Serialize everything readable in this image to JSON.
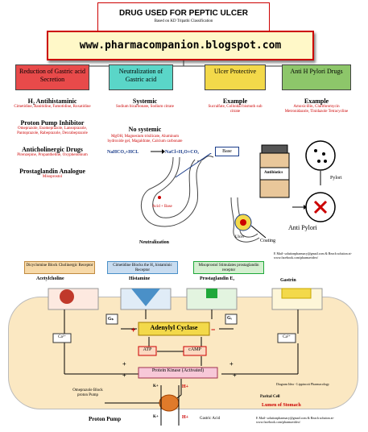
{
  "title": {
    "main": "DRUG USED FOR PEPTIC ULCER",
    "sub": "Based on KD Tripathi Classification"
  },
  "url": "www.pharmacompanion.blogspot.com",
  "categories": [
    {
      "label": "Reduction of Gastric acid Secretion",
      "color": "#e84a4a"
    },
    {
      "label": "Neutralization of Gastric acid",
      "color": "#5ad6c8"
    },
    {
      "label": "Ulcer Protective",
      "color": "#f3d94a"
    },
    {
      "label": "Anti H Pylori Drugs",
      "color": "#8dc66a"
    }
  ],
  "col1": {
    "h2_title": "H₂ Antihistaminic",
    "h2_drugs": "Cimetidine, Ranitidine, Famotidine, Roxatidine",
    "ppi_title": "Proton Pump Inhibitor",
    "ppi_drugs": "Omeprazole, Esomeprazole, Lansoprazole, Pantoprazole, Rabeprazole, Dexrabeprazole",
    "anticholinergic_title": "Anticholinergic Drugs",
    "anticholinergic_drugs": "Pirenzepine, Propantheline, Oxyphenonium",
    "prostaglandin_title": "Prostaglandin Analogue",
    "prostaglandin_drugs": "Misoprostol"
  },
  "col2": {
    "systemic_title": "Systemic",
    "systemic_drugs": "Sodium bicarbonate, Sodium citrate",
    "nonsystemic_title": "No systemic",
    "nonsystemic_drugs": "MgOH, Magnesium trisilicate, Aluminum hydroxide gel, Magaldrate, Calcium carbonate",
    "eq1": "NaHCO₃+HCL",
    "eq2": "NaCl+H₂O+CO₂",
    "base": "Base",
    "acid_base": "Acid + Base",
    "neutralization": "Neutralization"
  },
  "col3": {
    "title": "Example",
    "drugs": "Sucralfate, Colloidal bismuth sub citrate",
    "ulcer": "Ulcer",
    "coating": "Coating"
  },
  "col4": {
    "title": "Example",
    "drugs": "Amoxicillin, Clarithromycin Metronidazole, Tinidazole Tetracycline",
    "antibiotic": "Antibiotics",
    "pylori": "Pylori",
    "anti_pylori": "Anti Pylori"
  },
  "credit_top": "E Mail- solutionpharmacy@gmail.com & Reach solution at- www.facebook.com/pharmavideo/",
  "receptors": [
    {
      "box": "Dicyclomine Block Cholinergic Receptor",
      "name": "Acetylcholine",
      "color": "#c0392b"
    },
    {
      "box": "Cimetidine Blocks the H₂ histaminic Receptor",
      "name": "Histamine",
      "color": "#4a90c8"
    },
    {
      "box": "Misoprostol Stimulates prostaglandin receptor",
      "name": "Prostaglandin E₂",
      "color": "#1fa83a"
    },
    {
      "box": "",
      "name": "Gastrin",
      "color": "#f3d94a"
    }
  ],
  "cell": {
    "gs": "Gₛ",
    "gi": "Gᵢ",
    "adenylyl": "Adenylyl Cyclase",
    "atp": "ATP",
    "camp": "cAMP",
    "ca": "Ca²⁺",
    "pk": "Protein Kinase (Activated)",
    "diagram_idea": "Diagram Idea - Lippincott Pharmacology",
    "parietal": "Parital Cell",
    "omeprazole": "Omeprazole Block proton Pump",
    "kplus": "K+",
    "hplus": "H+",
    "lumen": "Lumen of  Stomach",
    "proton_pump": "Proton Pump",
    "gastric_acid": "Gastric Acid",
    "credit_bottom": "E Mail- solutionpharmacy@gmail.com & Reach solution at- www.facebook.com/pharmavideo/"
  }
}
